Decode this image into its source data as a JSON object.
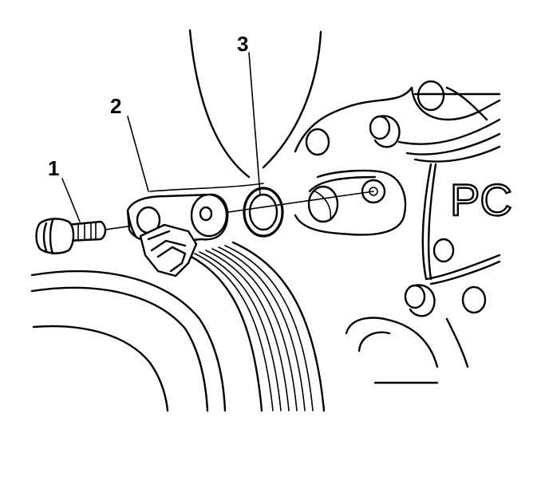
{
  "callouts": [
    {
      "label": "1",
      "part": "bolt"
    },
    {
      "label": "2",
      "part": "sensor"
    },
    {
      "label": "3",
      "part": "o-ring"
    }
  ],
  "engine_marking": "PC"
}
